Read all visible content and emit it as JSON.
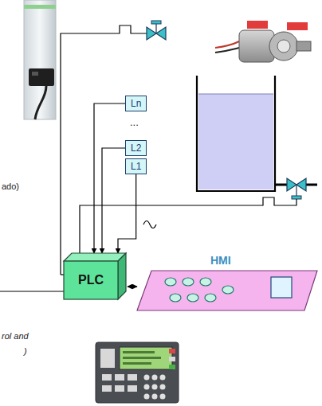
{
  "diagram": {
    "nodes": [
      {
        "text": [
          "Ln"
        ]
      },
      {
        "text": [
          "L2"
        ]
      },
      {
        "text": [
          "L1"
        ]
      },
      {
        "text": [
          "PLC"
        ]
      },
      {
        "text": [
          "HMI"
        ]
      }
    ],
    "edges": [
      {
        "from": 0,
        "to": 3,
        "arrow": "to"
      },
      {
        "from": 1,
        "to": 3,
        "arrow": "to"
      },
      {
        "from": 2,
        "to": 3,
        "arrow": "to"
      },
      {
        "from": 3,
        "to": 4,
        "arrow": "both"
      }
    ],
    "labels": [
      "...",
      "ado)",
      "rol and",
      ")"
    ]
  }
}
